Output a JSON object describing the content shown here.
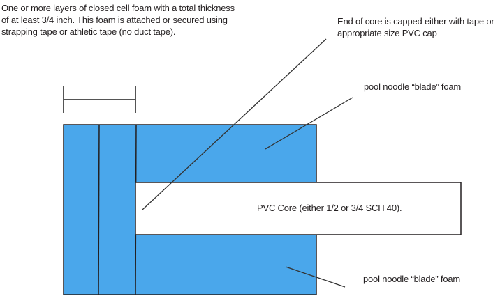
{
  "diagram": {
    "title": "Foam blade construction diagram",
    "colors": {
      "foam_fill": "#4aa7eb",
      "outline": "#231f20",
      "leader_line": "#333333",
      "core_fill": "#ffffff",
      "dimension_line": "#555555"
    },
    "labels": {
      "foam_layers": "One or more layers of closed cell foam with a total thickness of at least 3/4 inch. This foam is attached or secured using strapping tape or athletic tape (no duct tape).",
      "end_cap": "End of core is capped either with tape or appropriate size PVC cap",
      "blade_top": "pool noodle “blade” foam",
      "pvc_core": "PVC Core (either 1/2 or 3/4 SCH 40).",
      "blade_bottom": "pool noodle “blade” foam"
    },
    "components": [
      {
        "id": "foam-layer-1",
        "kind": "closed cell foam layer"
      },
      {
        "id": "foam-layer-2",
        "kind": "closed cell foam layer"
      },
      {
        "id": "blade-foam",
        "kind": "pool noodle blade foam"
      },
      {
        "id": "pvc-core",
        "kind": "PVC core"
      },
      {
        "id": "thickness-dimension",
        "kind": "dimension marker",
        "measures": "at least 3/4 inch foam thickness"
      }
    ]
  }
}
